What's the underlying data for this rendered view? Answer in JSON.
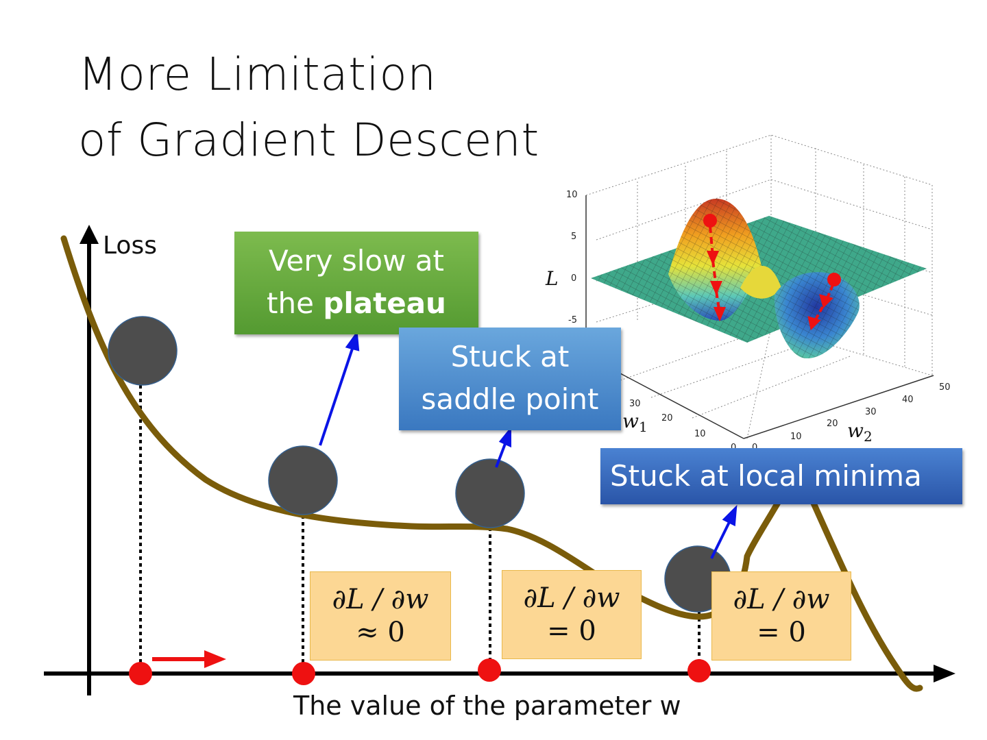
{
  "title": {
    "line1": "More Limitation",
    "line2": "of Gradient Descent"
  },
  "axes": {
    "y_label": "Loss",
    "x_label": "The value of the parameter w"
  },
  "callouts": {
    "plateau_line1": "Very slow at",
    "plateau_prefix": "the ",
    "plateau_bold": "plateau",
    "saddle_line1": "Stuck at",
    "saddle_line2": "saddle point",
    "local_minima": "Stuck at local minima"
  },
  "gradients": [
    {
      "expr": "∂L / ∂w",
      "value": "≈ 0"
    },
    {
      "expr": "∂L / ∂w",
      "value": "= 0"
    },
    {
      "expr": "∂L / ∂w",
      "value": "= 0"
    }
  ],
  "surface_plot": {
    "z_label": "L",
    "w1_label": "w",
    "w1_sub": "1",
    "w2_label": "w",
    "w2_sub": "2",
    "z_ticks": [
      "10",
      "5",
      "0",
      "-5"
    ],
    "w1_ticks": [
      "30",
      "20",
      "10",
      "0"
    ],
    "w2_ticks": [
      "0",
      "10",
      "20",
      "30",
      "40",
      "50"
    ]
  },
  "colors": {
    "curve": "#7a5c0a",
    "ball": "#4d4d4d",
    "point": "#ee1111",
    "arrow_blue": "#0a14e6",
    "arrow_red": "#ee1111"
  }
}
